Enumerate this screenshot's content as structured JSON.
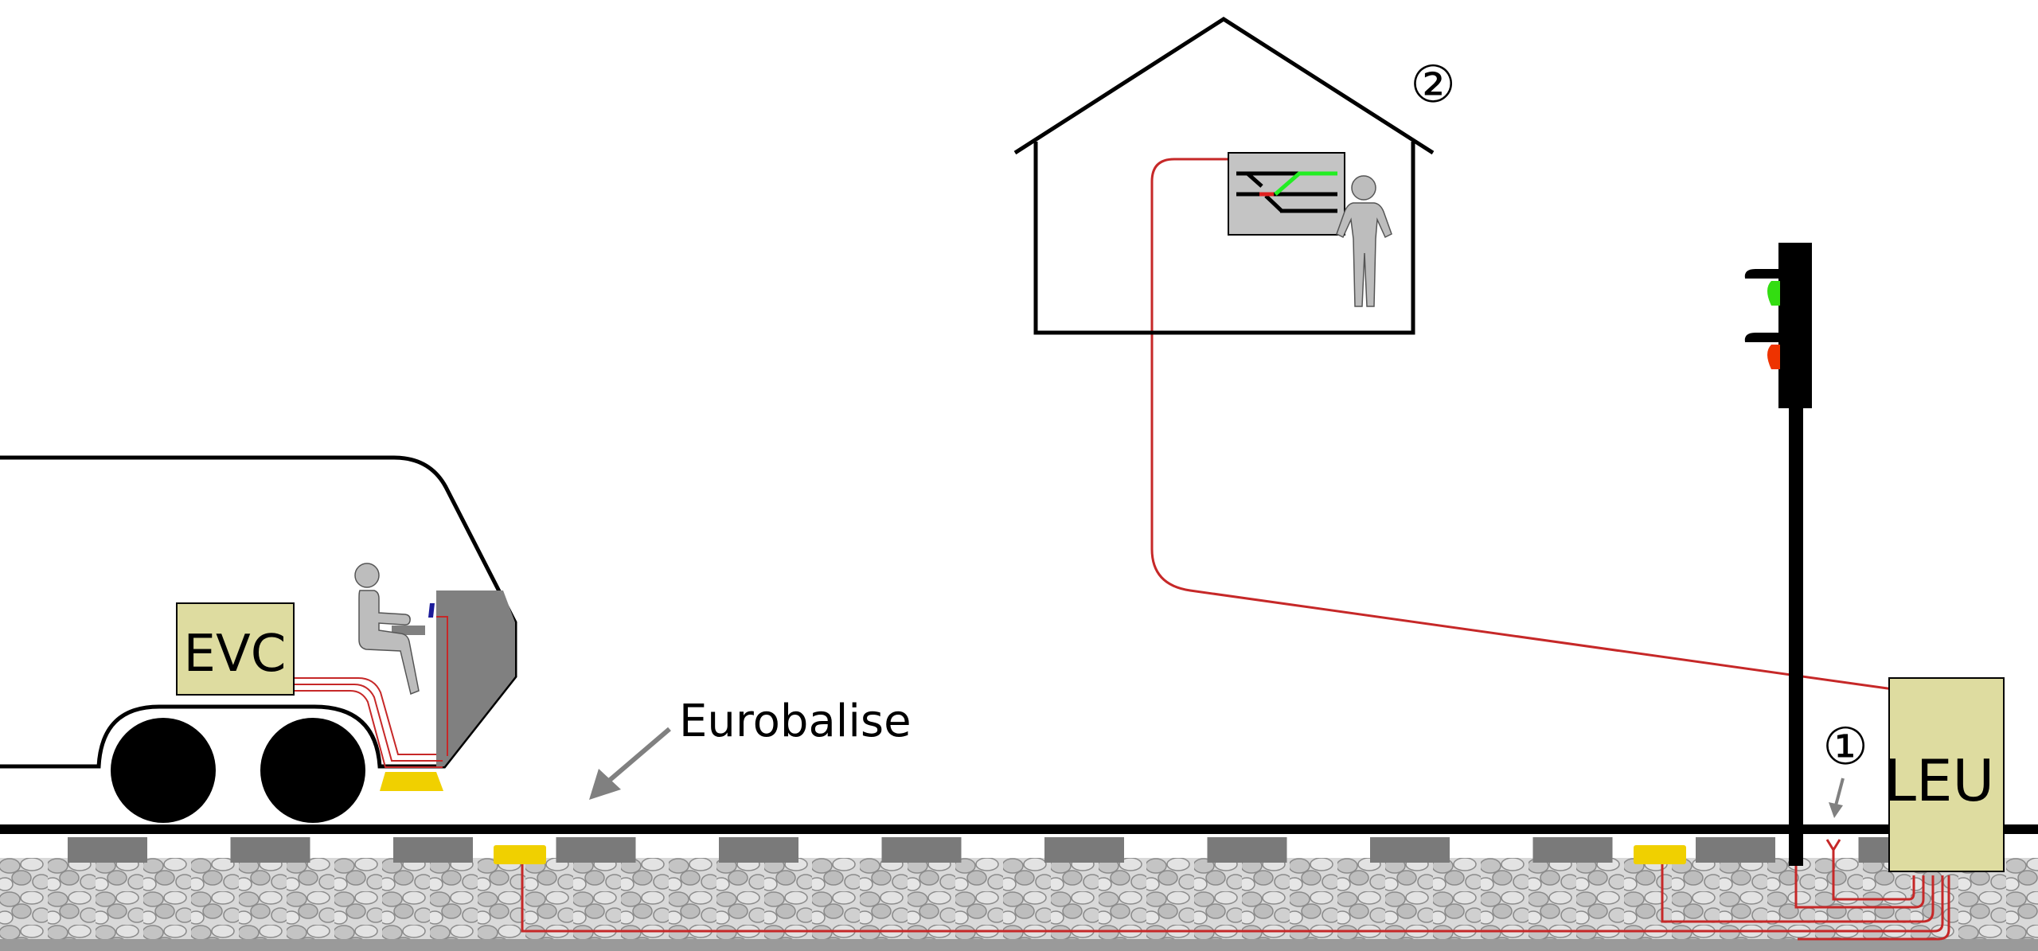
{
  "labels": {
    "evc": "EVC",
    "leu": "LEU",
    "eurobalise": "Eurobalise",
    "marker_1": "①",
    "marker_2": "②"
  },
  "colors": {
    "cable": "#c62828",
    "balise": "#f0d000",
    "box_fill": "#dedca0",
    "signal_green": "#33dd11",
    "signal_red": "#ee3300",
    "panel_green": "#22ee22",
    "figure_grey": "#bdbdbd",
    "sleeper": "#7a7a7a",
    "ballast": "#cfcfcf"
  },
  "icons": {
    "driver": "seated-person-icon",
    "operator": "standing-person-icon",
    "signal": "traffic-signal-icon",
    "panel": "interlocking-panel-icon",
    "arrow": "arrow-icon"
  }
}
